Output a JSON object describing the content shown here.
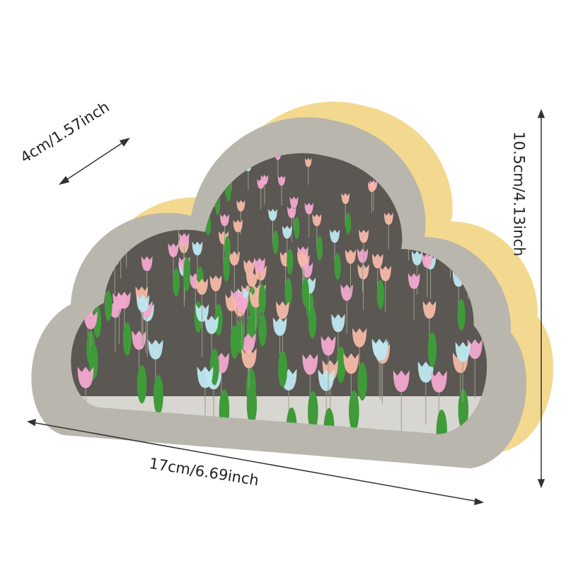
{
  "dimensions": {
    "depth": "4cm/1.57inch",
    "height": "10.5cm/4.13inch",
    "width": "17cm/6.69inch"
  },
  "colors": {
    "frame_side": "#f3d98f",
    "frame_front": "#b9b6ad",
    "interior": "#5b5753",
    "tulip_pink": "#f2a9cf",
    "tulip_blue": "#bfe8f0",
    "tulip_peach": "#f6b8a6",
    "leaf": "#3f9a3a"
  }
}
